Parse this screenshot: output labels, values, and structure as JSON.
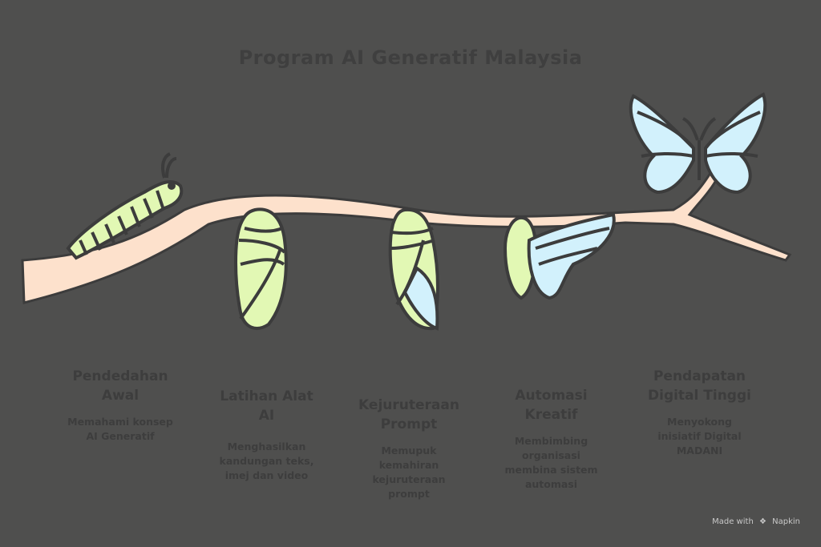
{
  "title": "Program AI Generatif Malaysia",
  "colors": {
    "background": "#4f4f4e",
    "text": "#3d3d3d",
    "branch": "#fde1cc",
    "caterpillar": "#e2f8b4",
    "chrysalis": "#e2f8b4",
    "butterfly": "#d2f1fc",
    "outline": "#3c3c3c"
  },
  "stages": [
    {
      "title": "Pendedahan Awal",
      "title_lines": [
        "Pendedahan",
        "Awal"
      ],
      "desc_lines": [
        "Memahami konsep",
        "AI Generatif"
      ],
      "icon": "caterpillar-icon"
    },
    {
      "title": "Latihan Alat AI",
      "title_lines": [
        "Latihan Alat",
        "AI"
      ],
      "desc_lines": [
        "Menghasilkan",
        "kandungan teks,",
        "imej dan video"
      ],
      "icon": "chrysalis-icon"
    },
    {
      "title": "Kejuruteraan Prompt",
      "title_lines": [
        "Kejuruteraan",
        "Prompt"
      ],
      "desc_lines": [
        "Memupuk",
        "kemahiran",
        "kejuruteraan",
        "prompt"
      ],
      "icon": "emerging-chrysalis-icon"
    },
    {
      "title": "Automasi Kreatif",
      "title_lines": [
        "Automasi",
        "Kreatif"
      ],
      "desc_lines": [
        "Membimbing",
        "organisasi",
        "membina sistem",
        "automasi"
      ],
      "icon": "hatching-butterfly-icon"
    },
    {
      "title": "Pendapatan Digital Tinggi",
      "title_lines": [
        "Pendapatan",
        "Digital Tinggi"
      ],
      "desc_lines": [
        "Menyokong",
        "inisiatif Digital",
        "MADANI"
      ],
      "icon": "butterfly-icon"
    }
  ],
  "credit": {
    "prefix": "Made with",
    "brand": "Napkin",
    "logo": "napkin-logo-icon"
  }
}
